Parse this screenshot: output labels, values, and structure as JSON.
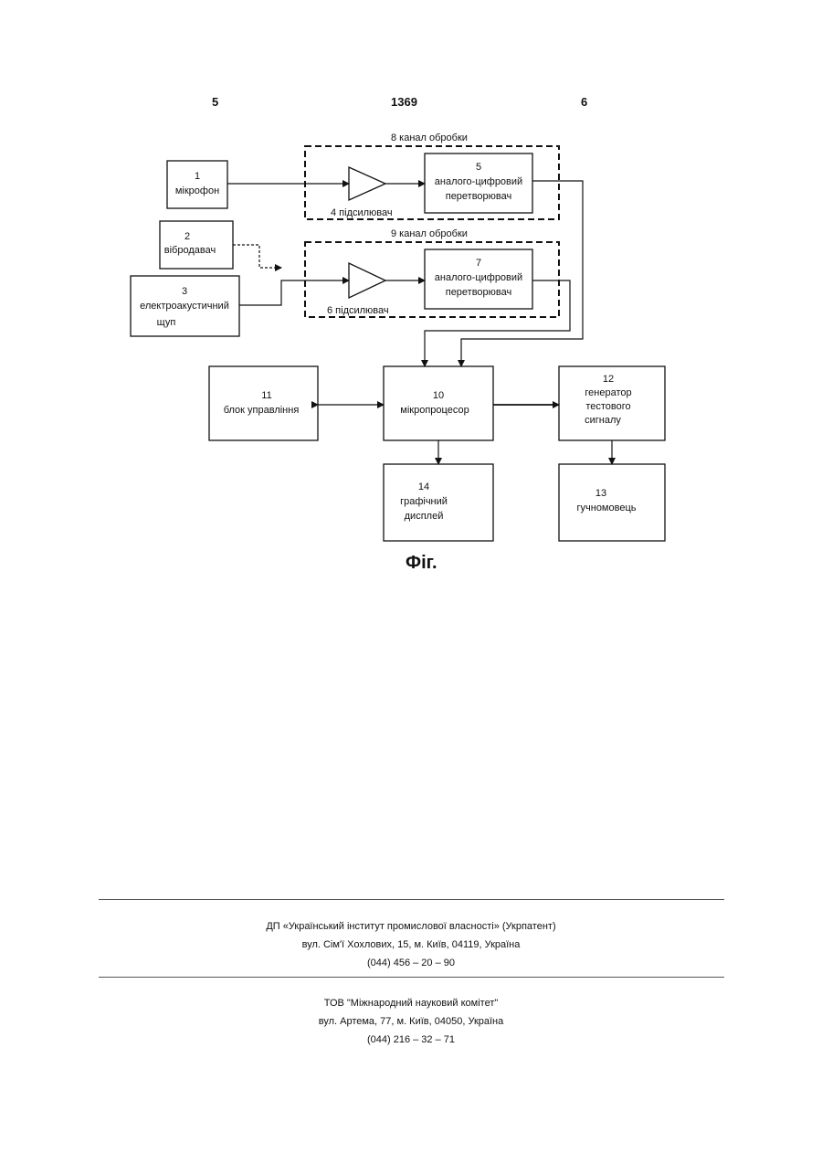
{
  "header": {
    "page_left": "5",
    "doc_number": "1369",
    "page_right": "6"
  },
  "diagram": {
    "channel_8": "8 канал обробки",
    "channel_9": "9 канал обробки",
    "blocks": {
      "b1": [
        "1",
        "мікрофон"
      ],
      "b2": [
        "2",
        "вібродавач"
      ],
      "b3": [
        "3",
        "електроакустичний",
        "щуп"
      ],
      "b5": [
        "5",
        "аналого-цифровий",
        "перетворювач"
      ],
      "b7": [
        "7",
        "аналого-цифровий",
        "перетворювач"
      ],
      "b10": [
        "10",
        "мікропроцесор"
      ],
      "b11": [
        "11",
        "блок управління"
      ],
      "b12": [
        "12",
        "генератор",
        "тестового",
        "сигналу"
      ],
      "b13": [
        "13",
        "гучномовець"
      ],
      "b14": [
        "14",
        "графічний",
        "дисплей"
      ]
    },
    "amp_4": "4 підсилювач",
    "amp_6": "6 підсилювач"
  },
  "caption": "Фіг.",
  "footer": {
    "org1_name": "ДП «Український інститут промислової власності» (Укрпатент)",
    "org1_address": "вул. Сім'ї Хохлових, 15, м. Київ, 04119, Україна",
    "org1_phone": "(044) 456 – 20 – 90",
    "org2_name": "ТОВ \"Міжнародний науковий комітет\"",
    "org2_address": "вул. Артема, 77, м. Київ, 04050, Україна",
    "org2_phone": "(044) 216 – 32 – 71"
  }
}
